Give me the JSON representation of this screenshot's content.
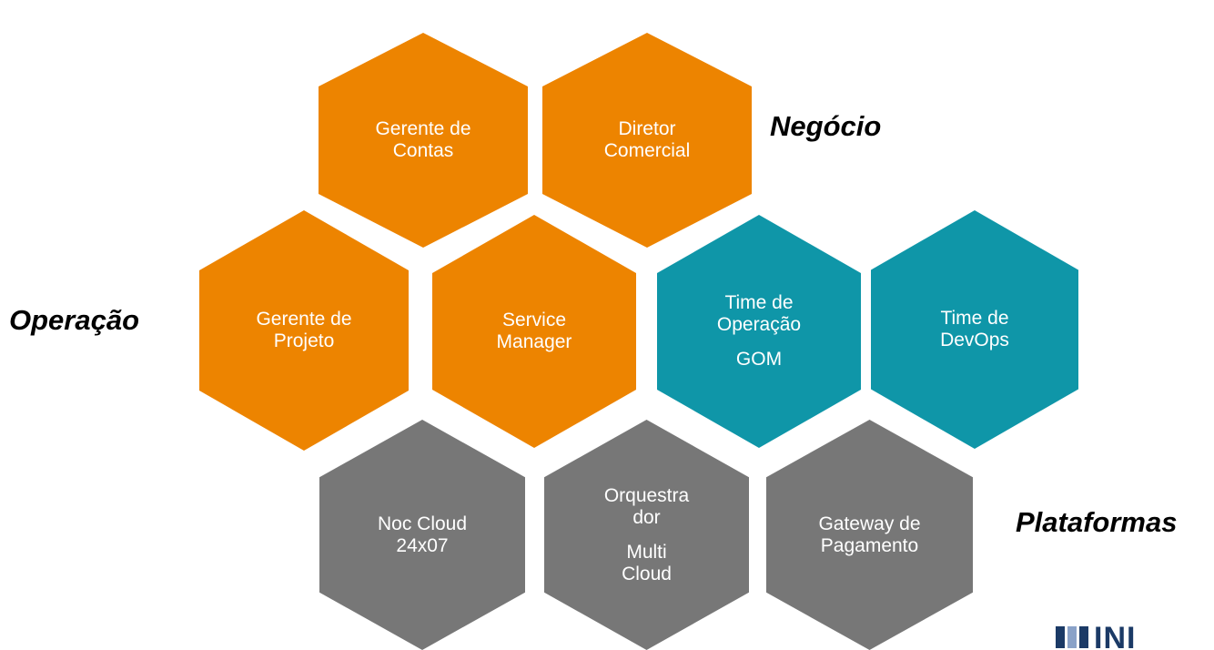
{
  "hexagons": {
    "gerente_contas": {
      "lines": [
        "Gerente de",
        "Contas"
      ],
      "color": "#ed8400"
    },
    "diretor": {
      "lines": [
        "Diretor",
        "Comercial"
      ],
      "color": "#ed8400"
    },
    "gerente_projeto": {
      "lines": [
        "Gerente de",
        "Projeto"
      ],
      "color": "#ed8400"
    },
    "service_manager": {
      "lines": [
        "Service",
        "Manager"
      ],
      "color": "#ed8400"
    },
    "time_operacao": {
      "lines": [
        "Time de",
        "Operação",
        "GOM"
      ],
      "color": "#0f96a8"
    },
    "time_devops": {
      "lines": [
        "Time de",
        "DevOps"
      ],
      "color": "#0f96a8"
    },
    "noc_cloud": {
      "lines": [
        "Noc Cloud",
        "24x07"
      ],
      "color": "#777777"
    },
    "orquestrador": {
      "lines": [
        "Orquestra",
        "dor",
        "Multi",
        "Cloud"
      ],
      "color": "#777777"
    },
    "gateway": {
      "lines": [
        "Gateway de",
        "Pagamento"
      ],
      "color": "#777777"
    }
  },
  "labels": {
    "negocio": "Negócio",
    "operacao": "Operação",
    "plataformas": "Plataformas"
  },
  "logo": {
    "text": "INI"
  }
}
